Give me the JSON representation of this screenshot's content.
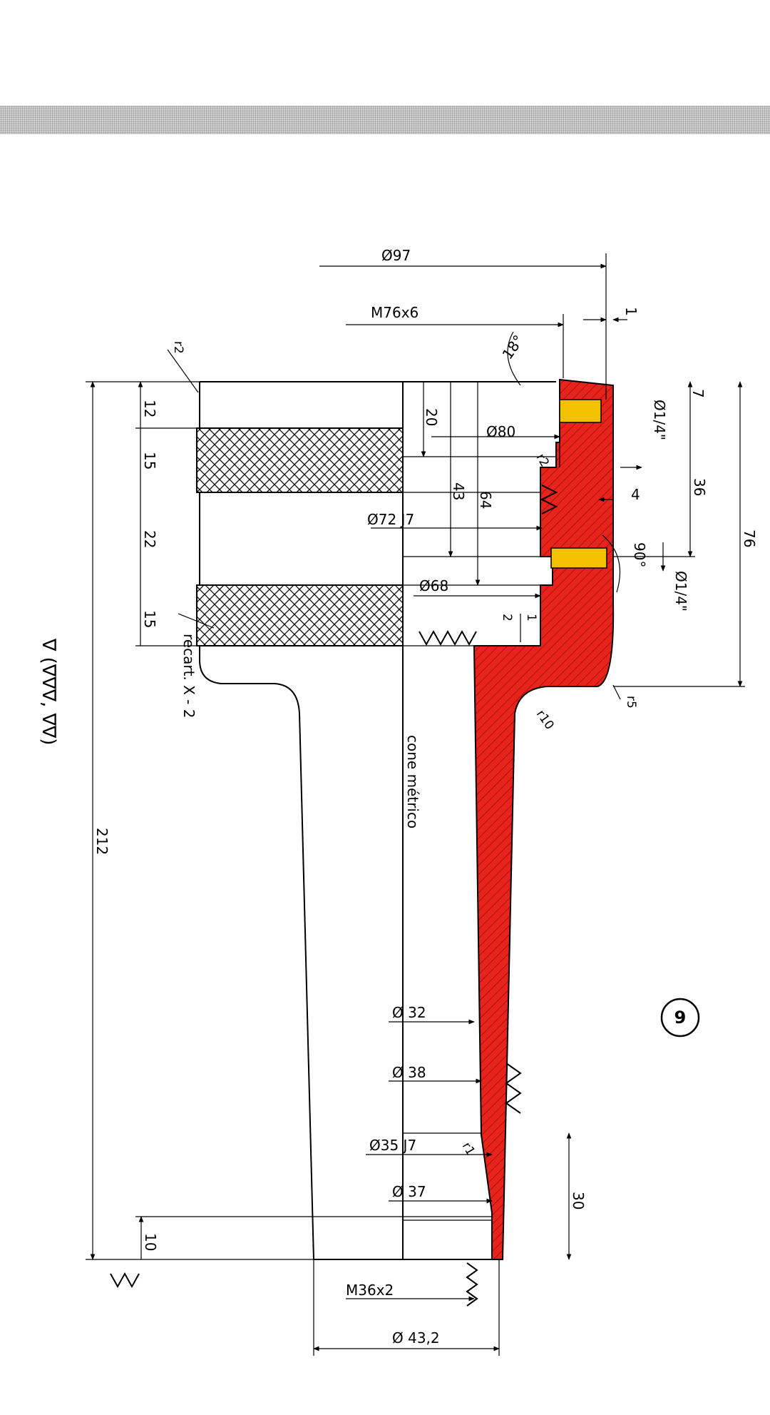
{
  "figure_number": "9",
  "finish_note": "∇ (∇∇∇, ∇∇)",
  "note_recart": "recart. X - 2",
  "note_cone": "cone métrico",
  "dims": {
    "d97": "Ø97",
    "m76": "M76x6",
    "ang18": "18°",
    "d80": "Ø80",
    "r2a": "r2",
    "r2b": "r2",
    "d72": "Ø72 J7",
    "d68": "Ø68",
    "v20": "20",
    "v43": "43",
    "v64": "64",
    "v12": "12",
    "v15a": "15",
    "v22": "22",
    "v15b": "15",
    "v7": "7",
    "v36": "36",
    "v76": "76",
    "v1a": "1",
    "v4": "4",
    "ang90": "90°",
    "thr1": "Ø1/4\"",
    "thr2": "Ø1/4\"",
    "v2": "2",
    "v1b": "1",
    "r10": "r10",
    "r5": "r5",
    "v212": "212",
    "d32": "Ø 32",
    "d38": "Ø 38",
    "d35": "Ø35 J7",
    "d37": "Ø 37",
    "r1": "r1",
    "v30": "30",
    "v10": "10",
    "m36": "M36x2",
    "d432": "Ø 43,2"
  },
  "colors": {
    "section_red": "#e8231c",
    "insert_gold": "#f2c200",
    "band": "#d4d4d4"
  }
}
